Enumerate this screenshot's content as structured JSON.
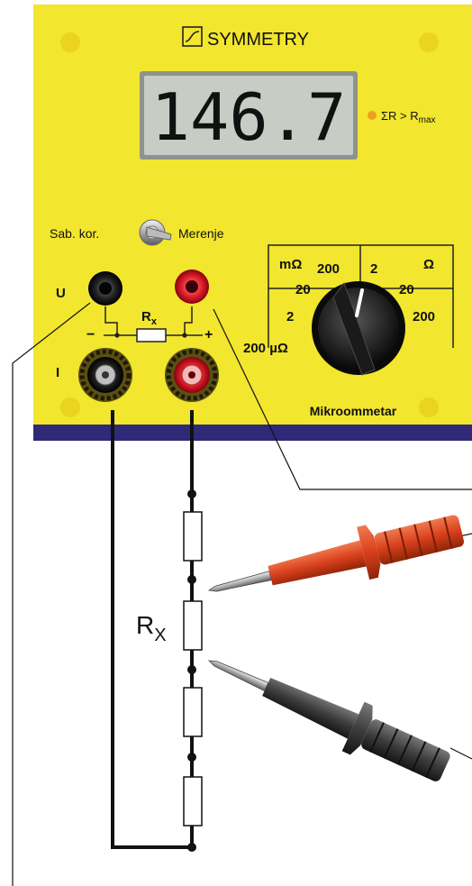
{
  "brand": {
    "name": "SYMMETRY"
  },
  "display": {
    "reading": "146.7",
    "overload_label": "ΣR > R",
    "overload_sub": "max"
  },
  "switch": {
    "left_label": "Sab. kor.",
    "right_label": "Merenje"
  },
  "terminals": {
    "u_label": "U",
    "i_label": "I",
    "minus": "−",
    "plus": "+",
    "rx_main": "R",
    "rx_sub": "x"
  },
  "range_selector": {
    "unit_milli": "mΩ",
    "unit_ohm": "Ω",
    "ranges": [
      "200 µΩ",
      "2",
      "20",
      "200",
      "2",
      "20",
      "200"
    ],
    "device_label": "Mikroommetar"
  },
  "circuit": {
    "rx_main": "R",
    "rx_sub": "X"
  },
  "colors": {
    "panel": "#f2e62e",
    "panel_stripe": "#2e2a78",
    "lcd": "#c7ccc4",
    "probe_red": "#d8401c",
    "probe_black": "#3d3d3d",
    "overload_led": "#f0a020"
  }
}
